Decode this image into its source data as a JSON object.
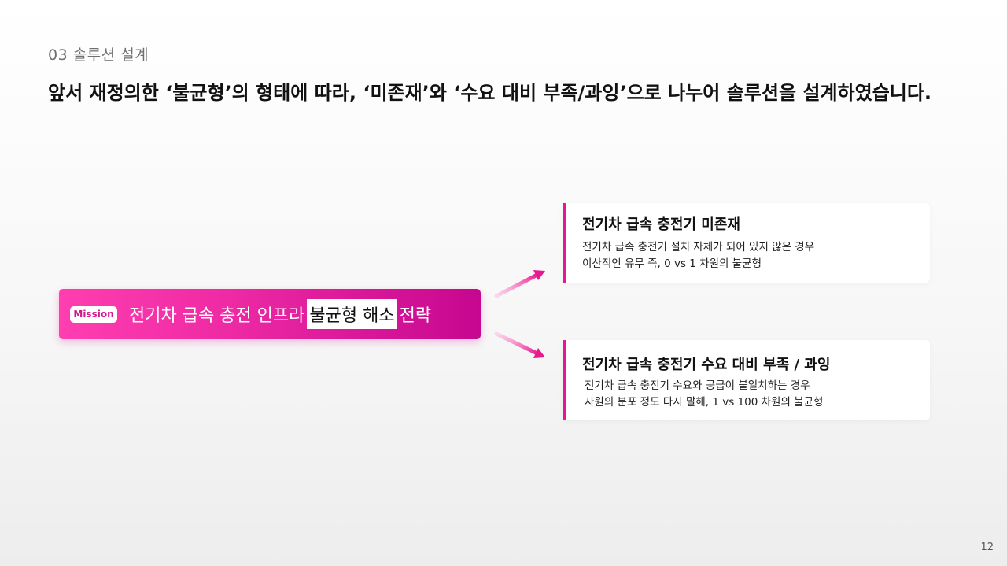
{
  "section": {
    "label": "03  솔루션 설계"
  },
  "headline": {
    "text": "앞서 재정의한 ‘불균형’의 형태에 따라, ‘미존재’와 ‘수요 대비 부족/과잉’으로 나누어 솔루션을 설계하였습니다."
  },
  "mission": {
    "badge": "Mission",
    "text_before": "전기차 급속 충전 인프라",
    "highlight": "불균형 해소",
    "text_after": "전략"
  },
  "cards": [
    {
      "title": "전기차 급속 충전기 미존재",
      "lines": [
        "전기차 급속 충전기 설치 자체가 되어 있지 않은 경우",
        "이산적인 유무 즉, 0 vs 1 차원의 불균형"
      ]
    },
    {
      "title": "전기차 급속 충전기 수요 대비 부족 / 과잉",
      "lines": [
        "전기차 급속 충전기 수요와 공급이 불일치하는 경우",
        "자원의 분포 정도 다시 말해, 1 vs 100 차원의 불균형"
      ]
    }
  ],
  "page_number": "12",
  "colors": {
    "accent": "#e01a95",
    "gradient_start": "#ff3eb0",
    "gradient_end": "#c6078f",
    "badge_text": "#d1168f"
  }
}
